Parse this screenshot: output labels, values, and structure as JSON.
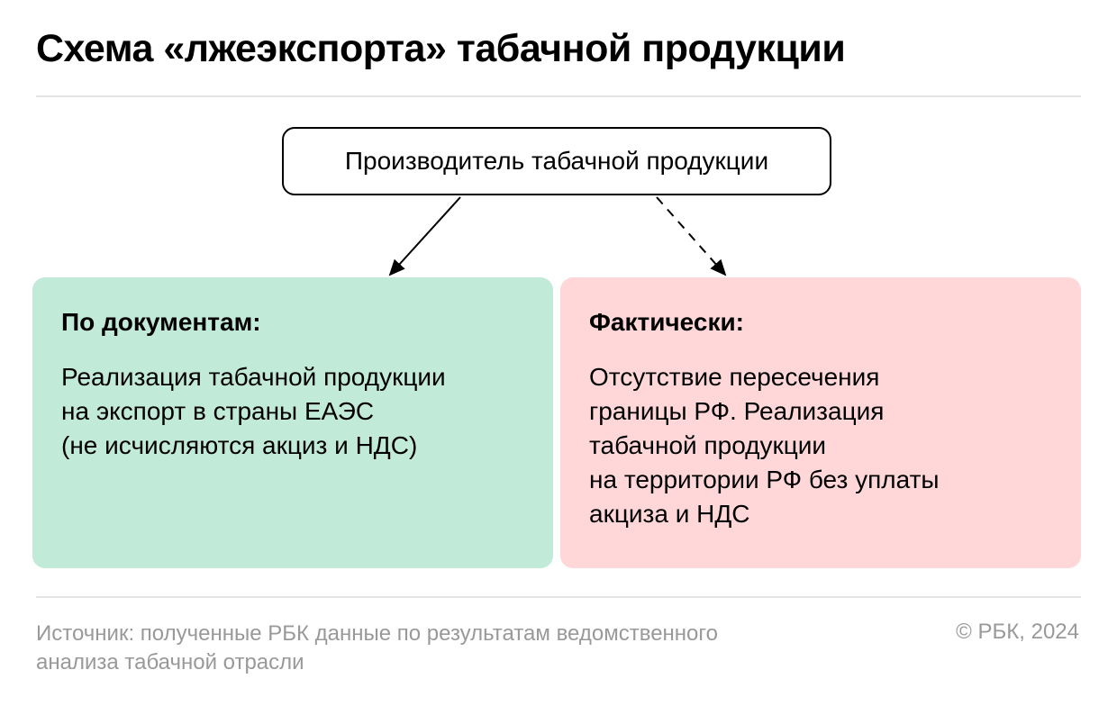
{
  "title": "Схема «лжеэкспорта» табачной продукции",
  "top_node": "Производитель табачной продукции",
  "left_card": {
    "heading": "По документам:",
    "text": "Реализация табачной продукции\nна экспорт в страны ЕАЭС\n(не исчисляются акциз и НДС)",
    "color": "#c2ead9"
  },
  "right_card": {
    "heading": "Фактически:",
    "text": "Отсутствие пересечения\nграницы РФ. Реализация\nтабачной продукции\nна территории РФ без уплаты\nакциза и НДС",
    "color": "#ffd7d8"
  },
  "source": "Источник: полученные РБК данные по результатам ведомственного\nанализа табачной отрасли",
  "copyright": "© РБК, 2024"
}
